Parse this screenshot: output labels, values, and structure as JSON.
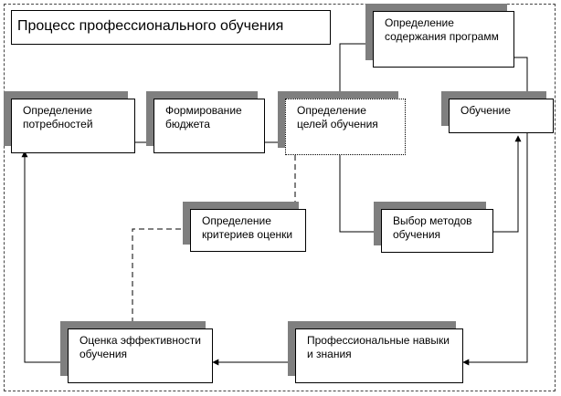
{
  "title": "Процесс профессионального обучения",
  "nodes": {
    "needs": "Определение потребностей",
    "budget": "Формирование бюджета",
    "goals": "Определение целей обучения",
    "content": "Определение содержания программ",
    "training": "Обучение",
    "criteria": "Определение критериев оценки",
    "methods": "Выбор методов обучения",
    "evaluation": "Оценка эффективности обучения",
    "skills": "Профессиональные навыки и знания"
  }
}
